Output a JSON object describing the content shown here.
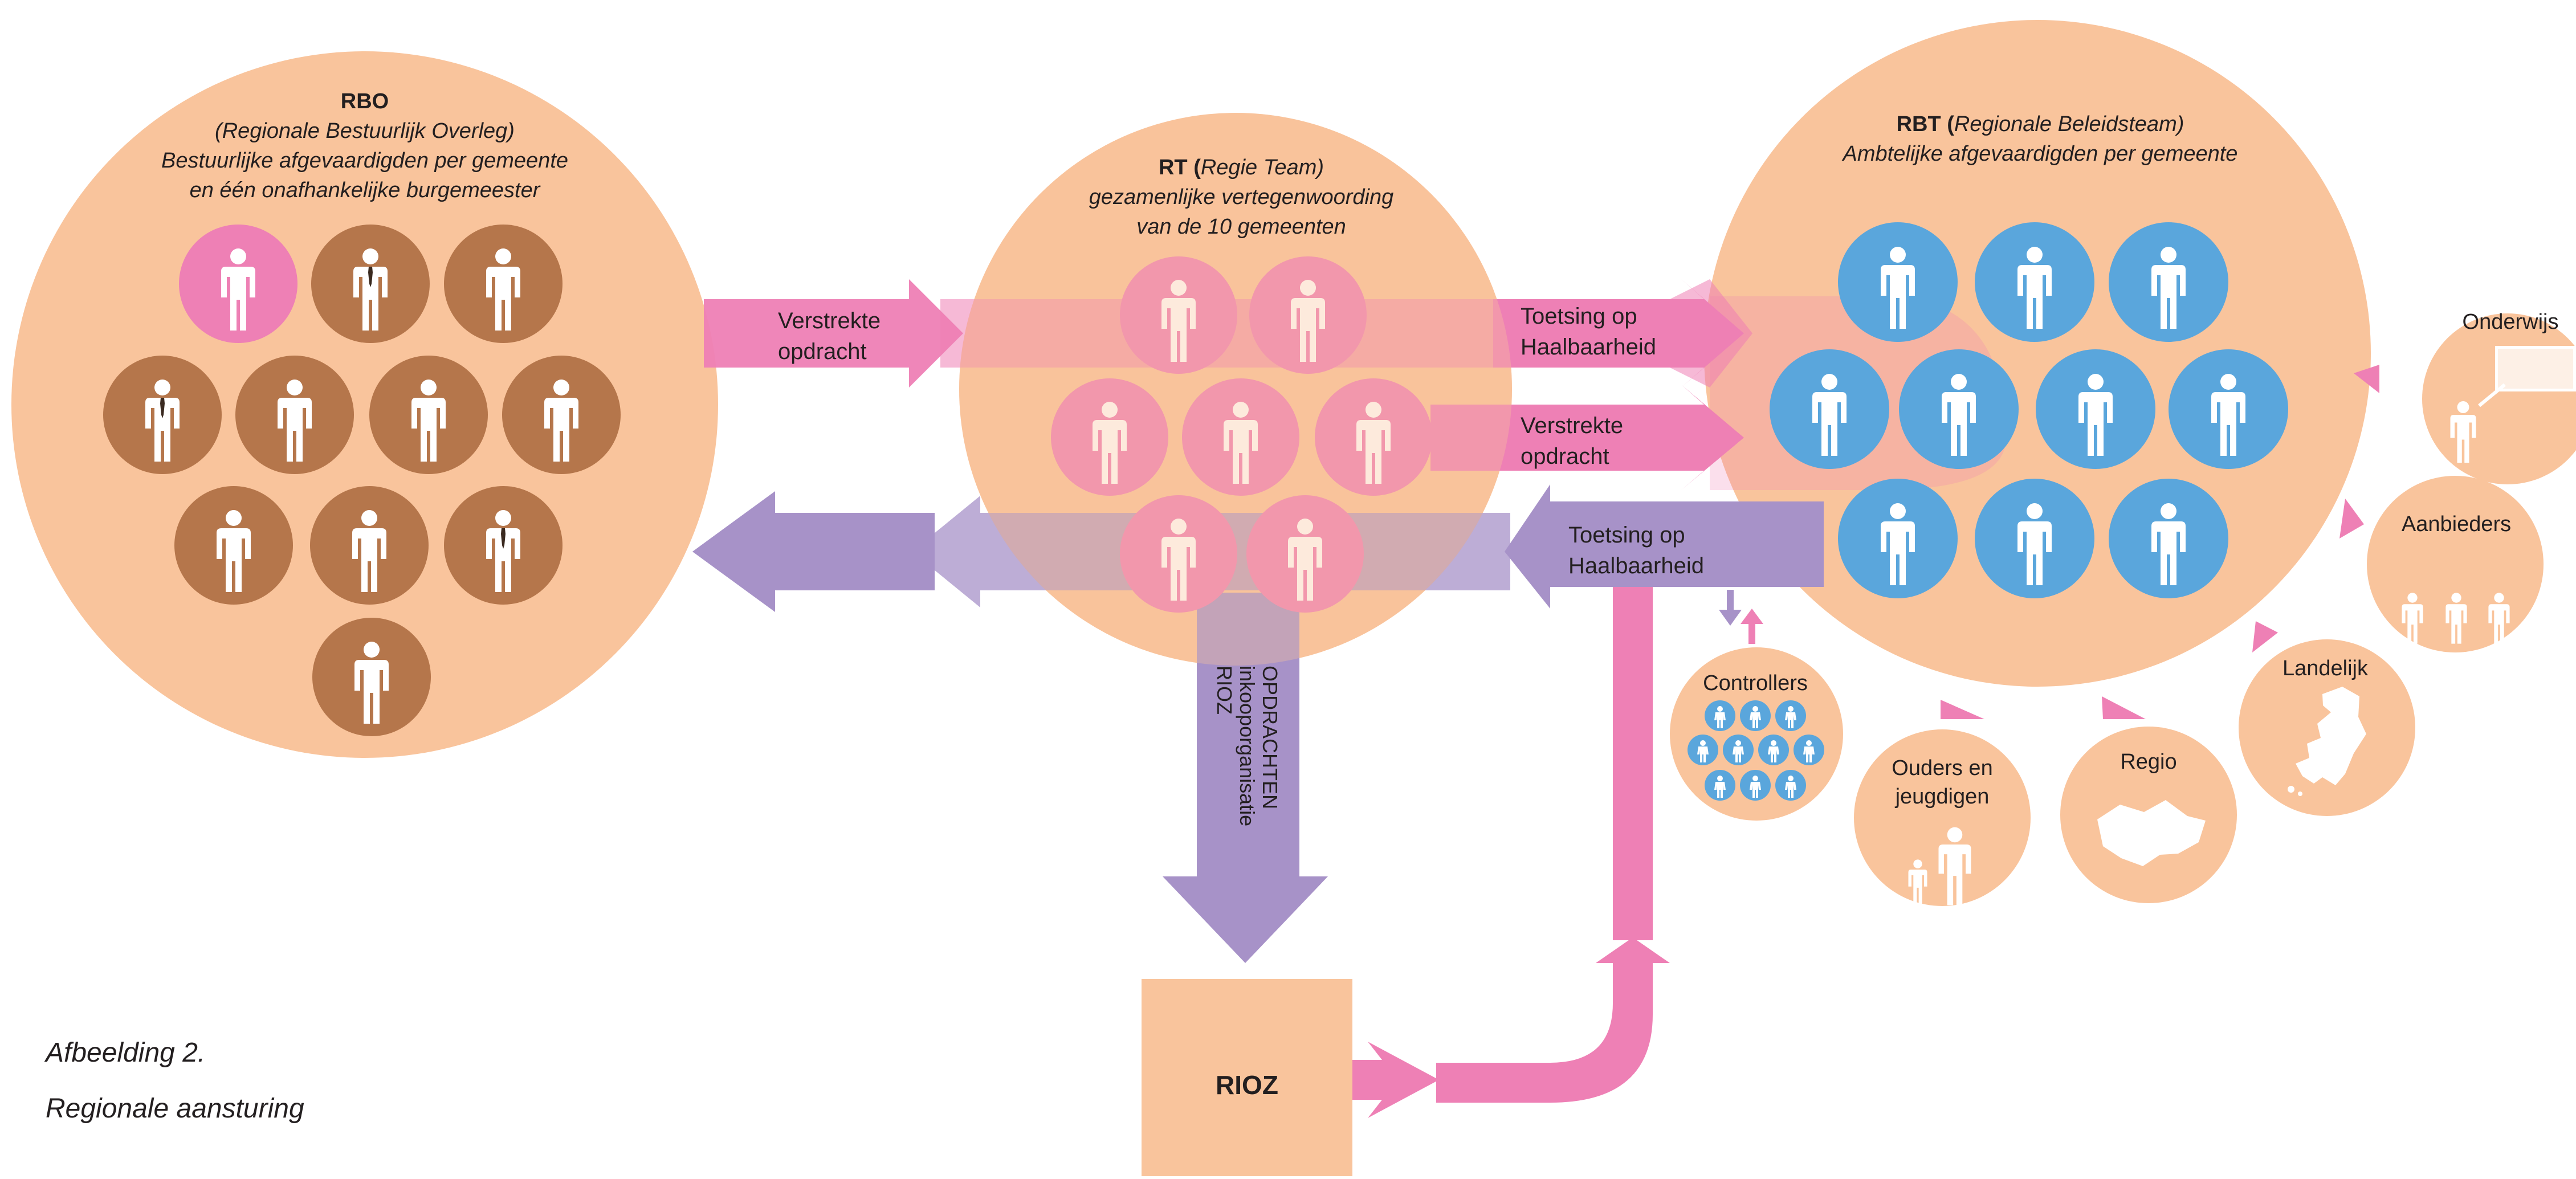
{
  "rbo": {
    "title": "RBO",
    "subtitle": "(Regionale Bestuurlijk Overleg)",
    "desc1": "Bestuurlijke afgevaardigden per gemeente",
    "desc2": "en één onafhankelijke burgemeester"
  },
  "rt": {
    "title_bold": "RT (",
    "title_italic": "Regie Team)",
    "desc1": "gezamenlijke vertegenwoording",
    "desc2": "van de 10 gemeenten"
  },
  "rbt": {
    "title_bold": "RBT (",
    "title_italic": "Regionale Beleidsteam)",
    "desc1": "Ambtelijke afgevaardigden per gemeente"
  },
  "arrows": {
    "rbo_rt_line1": "Verstrekte",
    "rbo_rt_line2": "opdracht",
    "toets_top_line1": "Toetsing op",
    "toets_top_line2": "Haalbaarheid",
    "verstrekte_line1": "Verstrekte",
    "verstrekte_line2": "opdracht",
    "toets_bottom_line1": "Toetsing op",
    "toets_bottom_line2": "Haalbaarheid",
    "opdrachten_line1": "OPDRACHTEN",
    "opdrachten_line2": "inkooporganisatie",
    "opdrachten_line3": "RIOZ"
  },
  "rioz": {
    "label": "RIOZ"
  },
  "stakeholders": {
    "controllers": "Controllers",
    "onderwijs": "Onderwijs",
    "aanbieders": "Aanbieders",
    "landelijk": "Landelijk",
    "regio": "Regio",
    "ouders_line1": "Ouders en",
    "ouders_line2": "jeugdigen"
  },
  "caption": {
    "line1": "Afbeelding 2.",
    "line2": "Regionale aansturing"
  },
  "colors": {
    "peach": "#f9c49c",
    "peach_light": "#fbd2b0",
    "pink": "#ee80b5",
    "brown": "#b5764b",
    "blue": "#5aa6dc",
    "purple": "#a792c8",
    "white": "#ffffff"
  },
  "icons": {
    "person": "person-icon",
    "person_tie": "person-with-tie-icon",
    "teacher": "teacher-at-board-icon",
    "netherlands_map": "netherlands-map-icon",
    "region_map": "region-map-icon"
  }
}
